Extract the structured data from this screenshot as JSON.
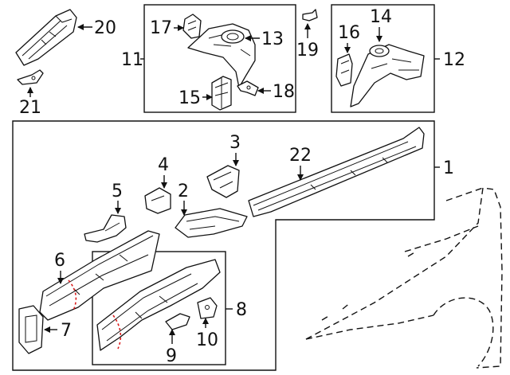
{
  "callouts": {
    "c1": "1",
    "c2": "2",
    "c3": "3",
    "c4": "4",
    "c5": "5",
    "c6": "6",
    "c7": "7",
    "c8": "8",
    "c9": "9",
    "c10": "10",
    "c11": "11",
    "c12": "12",
    "c13": "13",
    "c14": "14",
    "c15": "15",
    "c16": "16",
    "c17": "17",
    "c18": "18",
    "c19": "19",
    "c20": "20",
    "c21": "21",
    "c22": "22"
  },
  "colors": {
    "lines": "#111111",
    "cut_marks": "#d91c1c",
    "background": "#ffffff"
  }
}
